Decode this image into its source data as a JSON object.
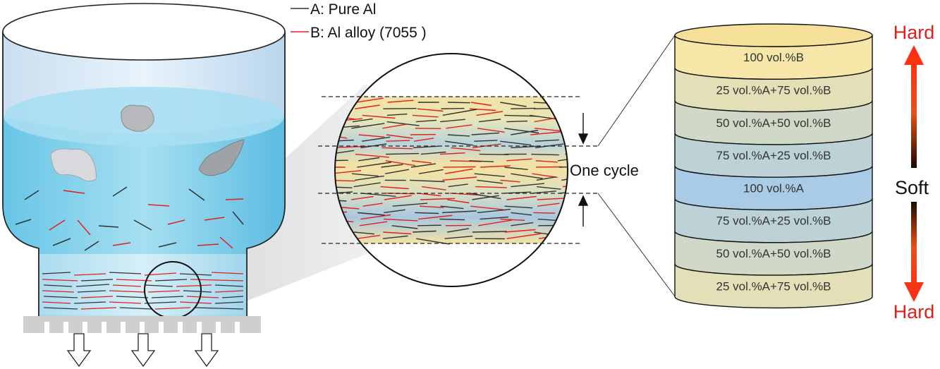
{
  "legend": {
    "a_label": "A:  Pure Al",
    "b_label": "B:  Al alloy (7055 )",
    "a_color": "#333333",
    "b_color": "#e0201b"
  },
  "cycle_label": "One cycle",
  "layers": [
    "100 vol.%B",
    "25 vol.%A+75  vol.%B",
    "50 vol.%A+50  vol.%B",
    "75 vol.%A+25  vol.%B",
    "100 vol.%A",
    "75 vol.%A+25  vol.%B",
    "50 vol.%A+50  vol.%B",
    "25 vol.%A+75  vol.%B"
  ],
  "hardness": {
    "top": "Hard",
    "middle": "Soft",
    "bottom": "Hard"
  },
  "colors": {
    "b_rich": "#f6e7a8",
    "a_rich": "#a9cbe6",
    "water": "#7fd0ea",
    "hard_text": "#e0201b"
  }
}
